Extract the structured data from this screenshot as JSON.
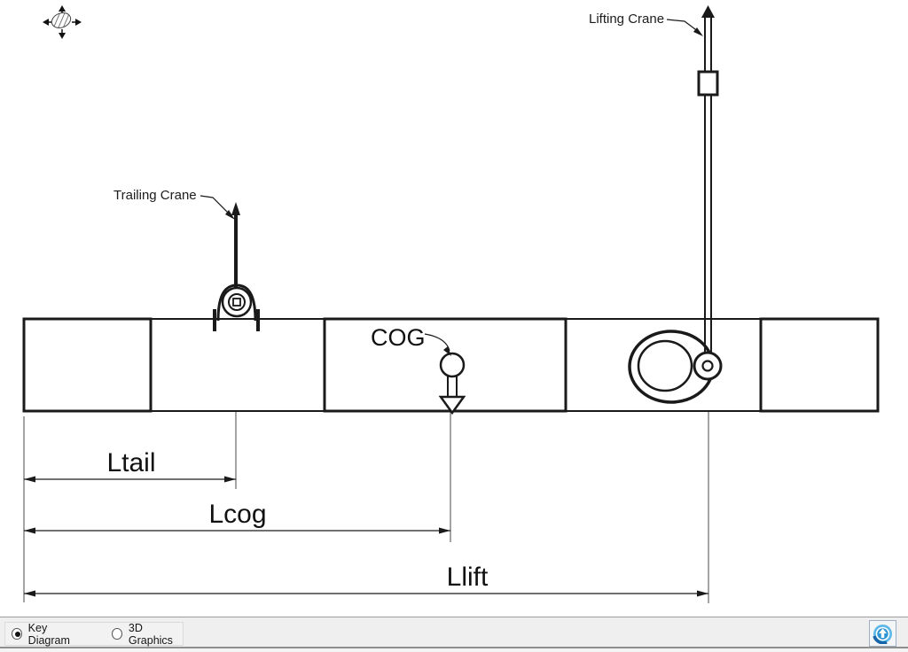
{
  "diagram": {
    "labels": {
      "trailing_crane": "Trailing Crane",
      "lifting_crane": "Lifting Crane",
      "cog": "COG"
    },
    "dimensions": {
      "ltail": "Ltail",
      "lcog": "Lcog",
      "llift": "Llift"
    }
  },
  "toolbar": {
    "view_options": [
      {
        "label": "Key Diagram",
        "selected": true
      },
      {
        "label": "3D Graphics",
        "selected": false
      }
    ],
    "refresh_icon": "circular-arrow-up"
  },
  "colors": {
    "line": "#1a1a1a",
    "accent_blue": "#3fa9e0",
    "statusbar_bg": "#eeefee"
  }
}
